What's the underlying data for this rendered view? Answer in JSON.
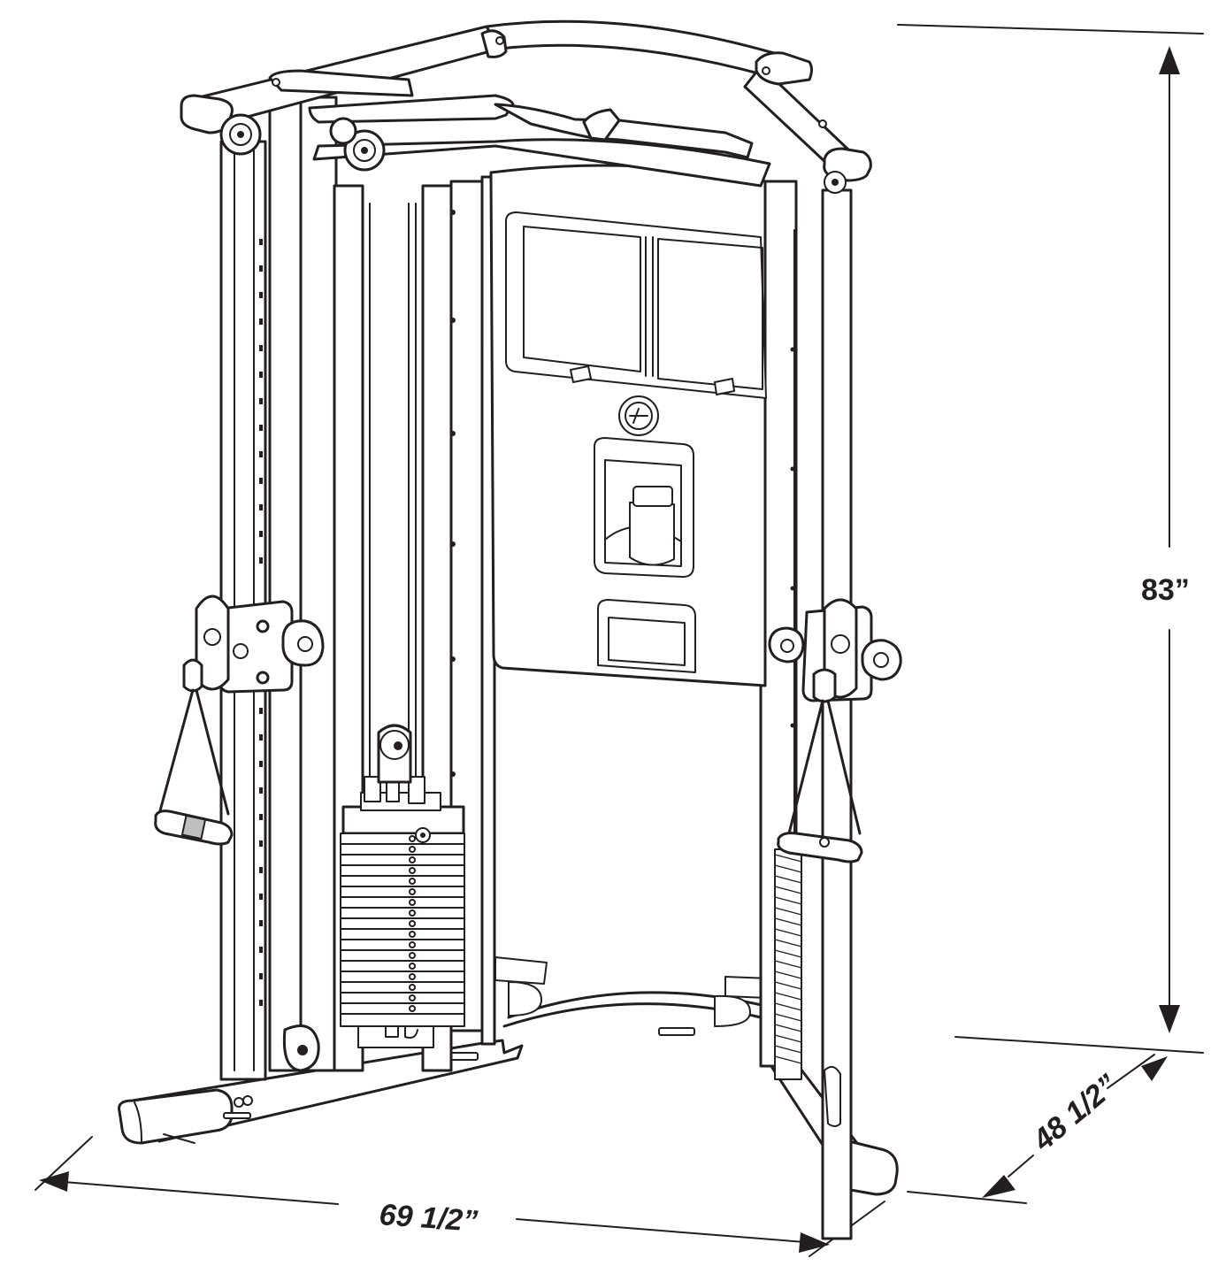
{
  "dimensions": {
    "height": "83”",
    "width": "69 1/2”",
    "depth": "48 1/2”"
  },
  "colors": {
    "line": "#231f20",
    "background": "#ffffff"
  },
  "icons": {
    "logo": "circular-brand-logo-icon"
  }
}
